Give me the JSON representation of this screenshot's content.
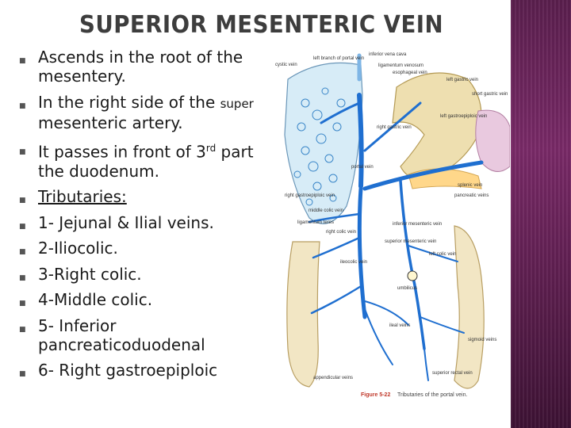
{
  "title": "SUPERIOR MESENTERIC VEIN",
  "bullets": [
    {
      "text": "Ascends in the root of the mesentery."
    },
    {
      "pre": "In the right side of the ",
      "small": "super",
      "post": " mesenteric artery."
    },
    {
      "pre": "It passes in front of 3",
      "sup": "rd",
      "post": " part the duodenum."
    },
    {
      "text": "Tributaries:",
      "underline": true
    },
    {
      "text": "1- Jejunal & Ilial veins."
    },
    {
      "text": "2-Iliocolic."
    },
    {
      "text": "3-Right colic."
    },
    {
      "text": "4-Middle colic."
    },
    {
      "text": "5- Inferior pancreaticoduodenal"
    },
    {
      "text": "6- Right gastroepiploic"
    }
  ],
  "figure": {
    "labels": {
      "cystic": "cystic vein",
      "left_branch": "left branch of portal vein",
      "ivc": "inferior vena cava",
      "lig_venosum": "ligamentum venosum",
      "esophageal": "esophageal vein",
      "left_gastric": "left gastric vein",
      "short_gastric": "short gastric vein",
      "left_gastroepiploic": "left gastroepiploic vein",
      "right_gastric": "right gastric vein",
      "portal": "portal vein",
      "splenic": "splenic vein",
      "pancreatic": "pancreatic veins",
      "right_gastroepiploic": "right gastroepiploic vein",
      "middle_colic": "middle colic vein",
      "lig_teres": "ligamentum teres",
      "right_colic": "right colic vein",
      "inferior_mesenteric": "inferior mesenteric vein",
      "superior_mesenteric": "superior mesenteric vein",
      "left_colic": "left colic vein",
      "ileocolic": "ileocolic vein",
      "umbilicus": "umbilicus",
      "ileal": "ileal veins",
      "sigmoid": "sigmoid veins",
      "appendicular": "appendicular veins",
      "superior_rectal": "superior rectal vein"
    },
    "caption_num": "Figure 5-22",
    "caption_text": "Tributaries of the portal vein."
  },
  "colors": {
    "accent_panel": "#6a2459",
    "vein": "#1f6fd0",
    "title": "#3d3d3d"
  }
}
